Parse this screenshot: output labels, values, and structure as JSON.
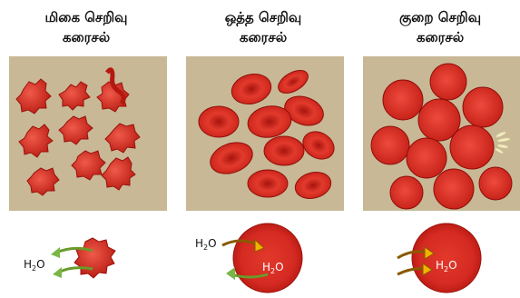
{
  "columns": [
    {
      "title_line1": "மிகை செறிவு",
      "title_line2": "கரைசல்",
      "water": "H2O"
    },
    {
      "title_line1": "ஒத்த செறிவு",
      "title_line2": "கரைசல்",
      "water_out": "H2O",
      "water_in": "H2O"
    },
    {
      "title_line1": "குறை செறிவு",
      "title_line2": "கரைசல்",
      "water": "H2O"
    }
  ],
  "colors": {
    "panel_bg": "#c8b896",
    "cell": "#d42a22",
    "cell_dark": "#a5150f",
    "arrow": "#f2b300",
    "arrow_green": "#7ab648"
  }
}
